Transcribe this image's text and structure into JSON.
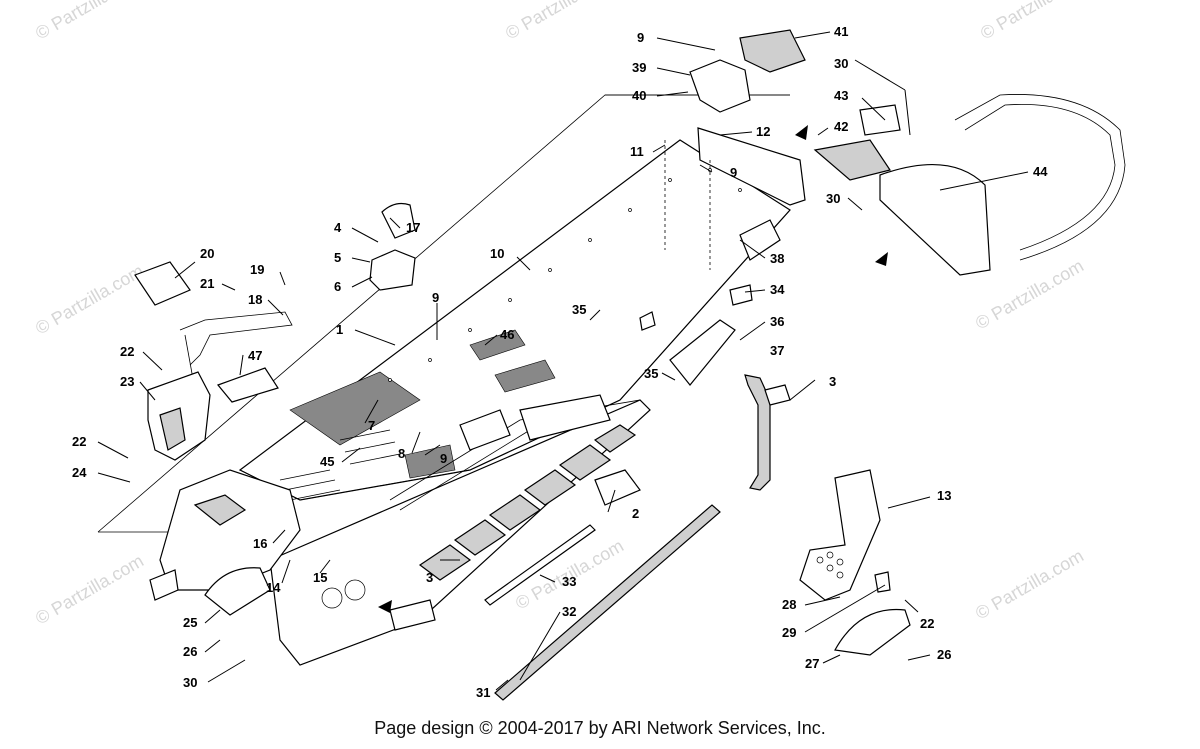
{
  "watermark": "© Partzilla.com",
  "footer": "Page design © 2004-2017 by ARI Network Services, Inc.",
  "callouts": {
    "c1": "1",
    "c2": "2",
    "c3a": "3",
    "c3b": "3",
    "c4": "4",
    "c5": "5",
    "c6": "6",
    "c7": "7",
    "c8": "8",
    "c9a": "9",
    "c9b": "9",
    "c9c": "9",
    "c9d": "9",
    "c10": "10",
    "c11": "11",
    "c12": "12",
    "c13": "13",
    "c14": "14",
    "c15": "15",
    "c16": "16",
    "c17": "17",
    "c18": "18",
    "c19": "19",
    "c20": "20",
    "c21": "21",
    "c22a": "22",
    "c22b": "22",
    "c22c": "22",
    "c23": "23",
    "c24": "24",
    "c25": "25",
    "c26a": "26",
    "c26b": "26",
    "c27": "27",
    "c28": "28",
    "c29": "29",
    "c30a": "30",
    "c30b": "30",
    "c30c": "30",
    "c31": "31",
    "c32": "32",
    "c33": "33",
    "c34": "34",
    "c35a": "35",
    "c35b": "35",
    "c36": "36",
    "c37": "37",
    "c38": "38",
    "c39": "39",
    "c40": "40",
    "c41": "41",
    "c42": "42",
    "c43": "43",
    "c44": "44",
    "c45": "45",
    "c46": "46",
    "c47": "47"
  }
}
